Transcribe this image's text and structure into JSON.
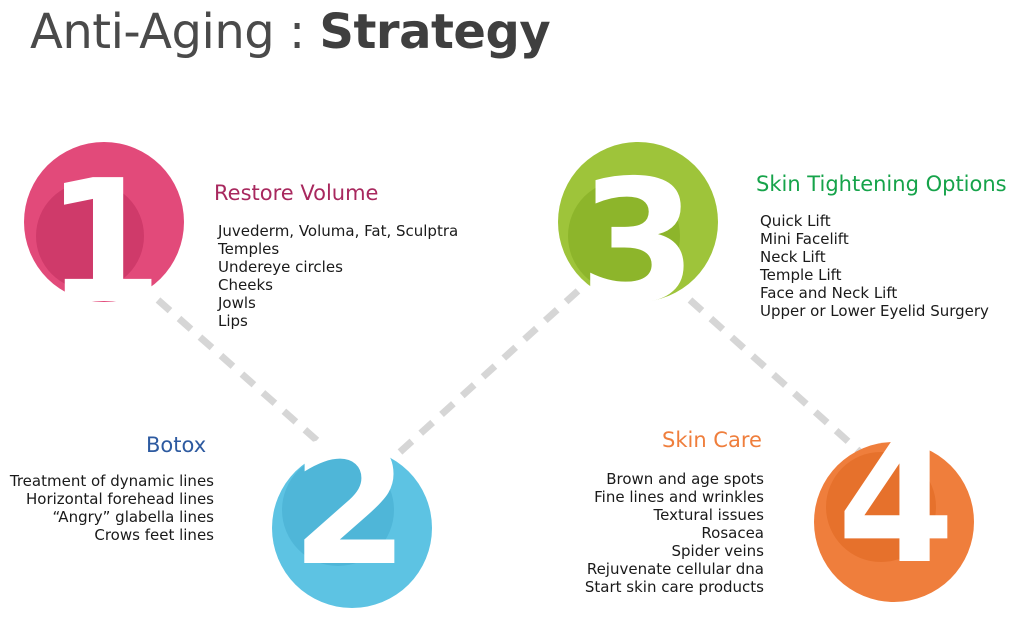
{
  "title": {
    "light": "Anti-Aging : ",
    "bold": "Strategy"
  },
  "steps": [
    {
      "number": "1",
      "heading": "Restore Volume",
      "color": "#e24a7a",
      "items": [
        "Juvederm, Voluma, Fat, Sculptra",
        "Temples",
        "Undereye circles",
        "Cheeks",
        "Jowls",
        "Lips"
      ]
    },
    {
      "number": "2",
      "heading": "Botox",
      "color": "#5dc3e3",
      "items": [
        "Treatment of dynamic lines",
        "Horizontal forehead lines",
        "“Angry” glabella lines",
        "Crows feet lines"
      ]
    },
    {
      "number": "3",
      "heading": "Skin Tightening Options",
      "color": "#9ec43a",
      "items": [
        "Quick Lift",
        "Mini Facelift",
        "Neck Lift",
        "Temple Lift",
        "Face and Neck Lift",
        "Upper or Lower Eyelid Surgery"
      ]
    },
    {
      "number": "4",
      "heading": "Skin Care",
      "color": "#ef7e3c",
      "items": [
        "Brown and age spots",
        "Fine lines and wrinkles",
        "Textural issues",
        "Rosacea",
        "Spider veins",
        "Rejuvenate cellular dna",
        "Start skin care products"
      ]
    }
  ],
  "colors": {
    "heading1": "#a8285e",
    "heading2": "#2d5aa0",
    "heading3": "#16a34a",
    "heading4": "#ef7e3c",
    "connector": "#d6d6d6"
  }
}
